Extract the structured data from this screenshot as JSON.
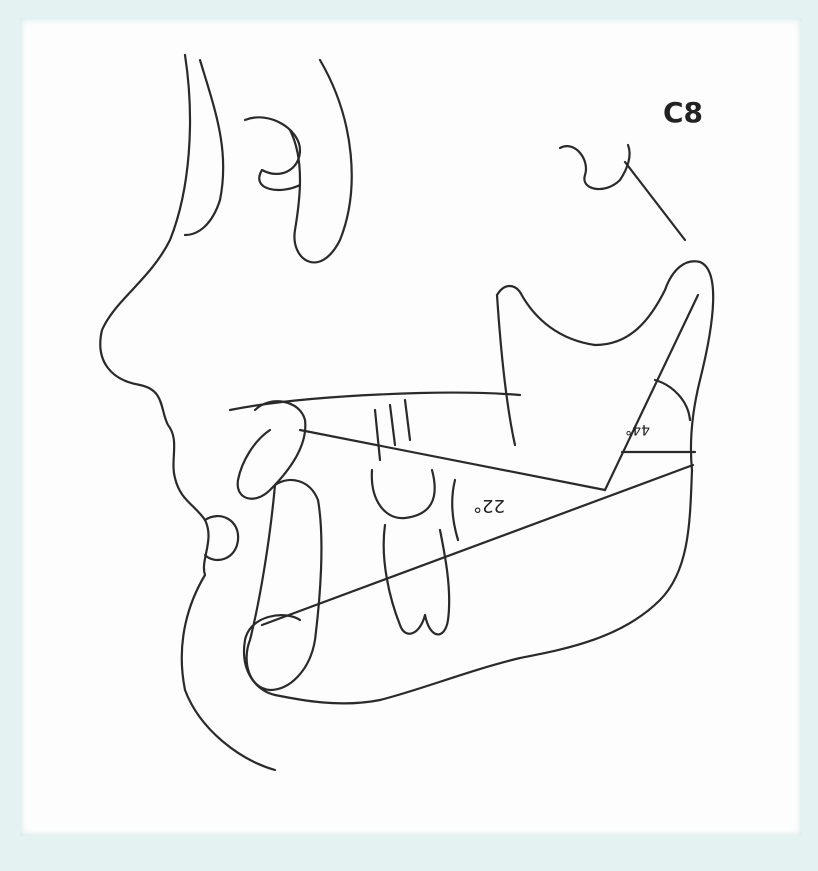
{
  "figure": {
    "label_top_right": "C8",
    "angle_label_lower": "22°",
    "angle_label_upper": "44°"
  },
  "colors": {
    "frame": "#e4f3f2",
    "paper": "#fdfdfd",
    "ink": "#2a2a2a"
  }
}
